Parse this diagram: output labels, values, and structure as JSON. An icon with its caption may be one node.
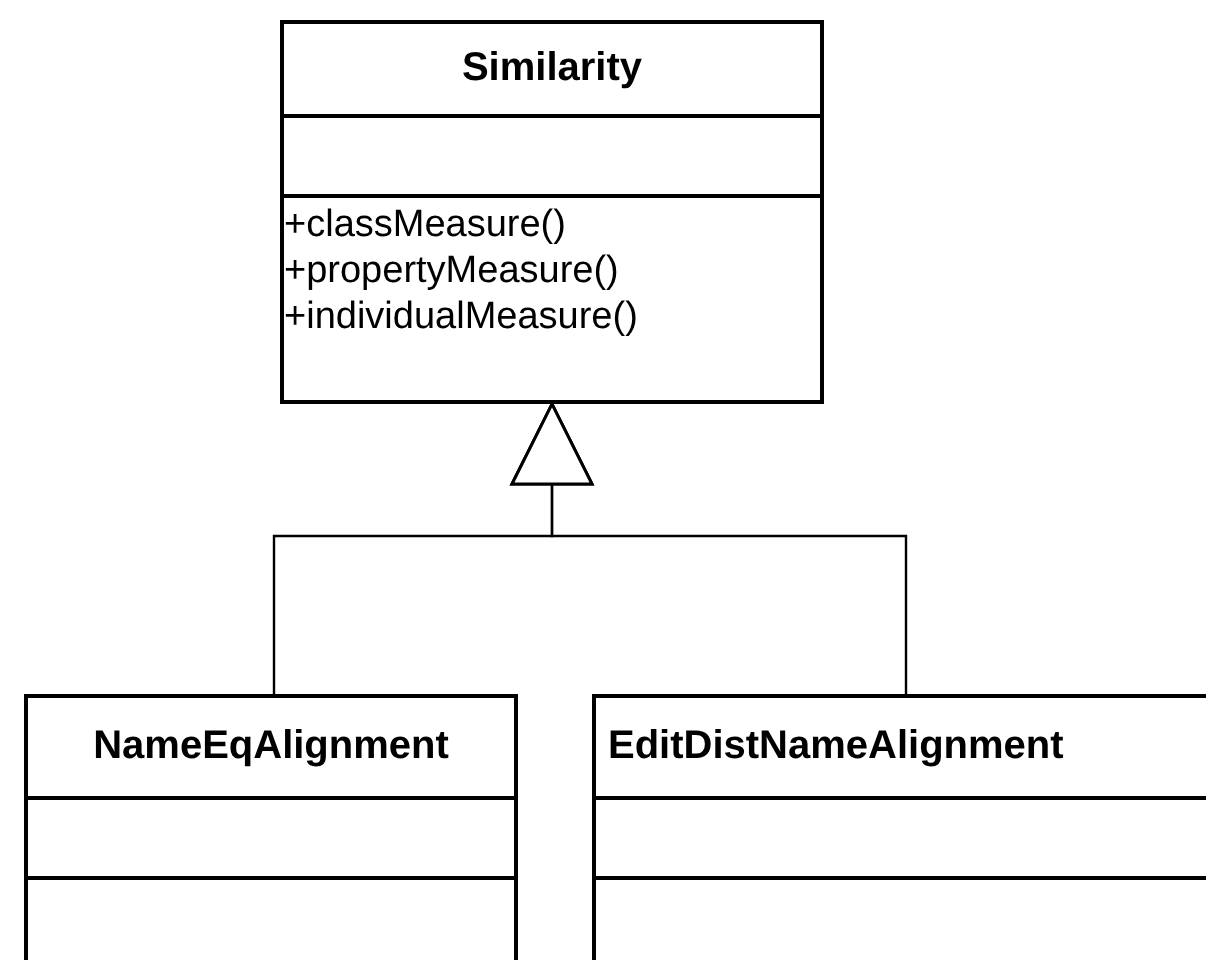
{
  "diagram": {
    "nodes": [
      {
        "text": [
          "Similarity",
          "+classMeasure()",
          "+propertyMeasure()",
          "+individualMeasure()"
        ]
      },
      {
        "text": [
          "NameEqAlignment"
        ]
      },
      {
        "text": [
          "EditDistNameAlignment"
        ]
      }
    ],
    "edges": [
      {
        "from": 1,
        "to": 0,
        "arrow": "to"
      },
      {
        "from": 2,
        "to": 0,
        "arrow": "to"
      }
    ]
  }
}
